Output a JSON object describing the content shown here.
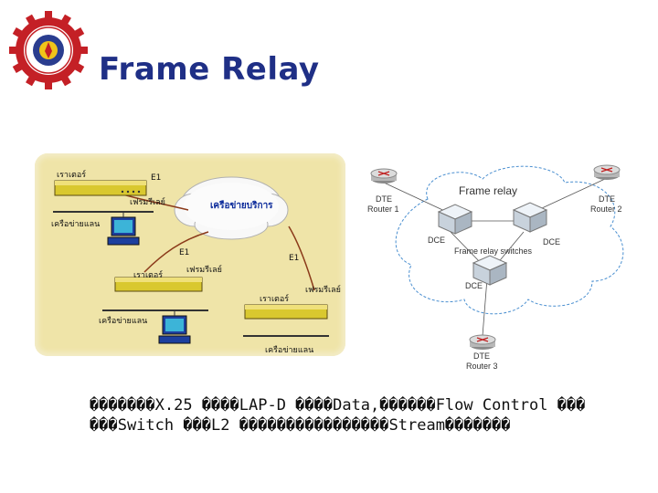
{
  "slide": {
    "title": "Frame Relay",
    "caption_line1": "�������X.25 ����LAP-D ����Data,������Flow Control ���",
    "caption_line2": "���Switch ���L2 ����������������Stream�������",
    "colors": {
      "title": "#1f2f86",
      "panel": "#efe4a8",
      "wire": "#8b3a1a",
      "cloud_line": "#4a8fd0"
    }
  },
  "left_diagram": {
    "router_top": "เราเตอร์",
    "frame_relay_top": "เฟรมรีเลย์",
    "e1_top": "E1",
    "network_top": "เครือข่ายแลน",
    "cloud": "เครือข่ายบริการ",
    "e1_mid": "E1",
    "frame_relay_mid": "เฟรมรีเลย์",
    "router_mid": "เราเตอร์",
    "network_mid": "เครือข่ายแลน",
    "e1_right": "E1",
    "frame_relay_right": "เฟรมรีเลย์",
    "router_right": "เราเตอร์",
    "network_right": "เครือข่ายแลน"
  },
  "right_diagram": {
    "cloud_title": "Frame relay",
    "switches_label": "Frame relay switches",
    "dte1": "DTE",
    "router1": "Router 1",
    "dte2": "DTE",
    "router2": "Router 2",
    "dte3": "DTE",
    "router3": "Router 3",
    "dce_left": "DCE",
    "dce_right": "DCE",
    "dce_bottom": "DCE"
  }
}
